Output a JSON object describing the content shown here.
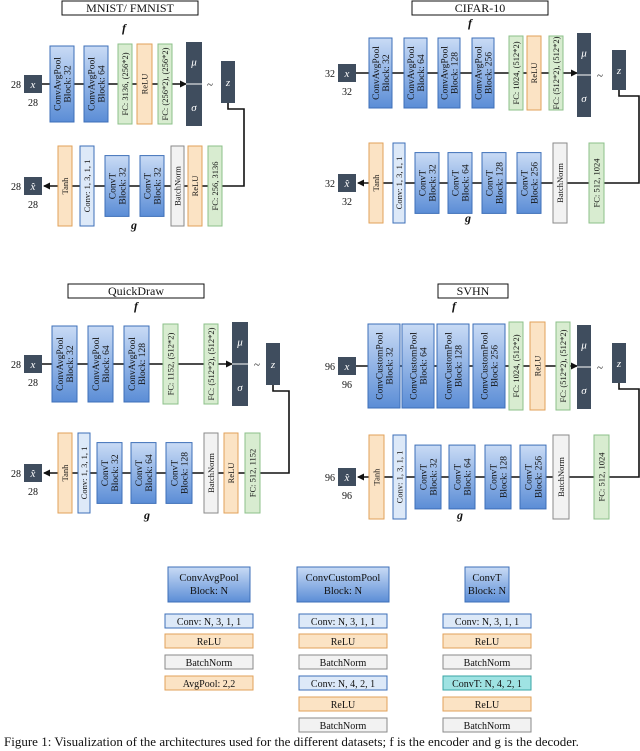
{
  "colors": {
    "blue_top": "#c9dbf5",
    "blue_bottom": "#5b8dd6",
    "blue_stroke": "#3d6fb8",
    "light_blue": "#dde9f8",
    "orange": "#fbe3c4",
    "orange_stroke": "#e2a25a",
    "green": "#d8ecd0",
    "green_stroke": "#8cc08a",
    "gray": "#f2f2f2",
    "gray_stroke": "#8a8a8a",
    "teal": "#9fe3e3",
    "teal_stroke": "#3aa6a6",
    "dark": "#3f4d5e",
    "tanh": "#fbe3c4"
  },
  "panels": [
    {
      "title": "MNIST/ FMNIST",
      "f": "f",
      "g": "g",
      "in": {
        "var": "x",
        "w": "28",
        "h": "28"
      },
      "out": {
        "var": "x̂",
        "w": "28",
        "h": "28"
      },
      "enc": [
        {
          "t": "blue",
          "l": "ConvAvgPool Block: 32"
        },
        {
          "t": "blue",
          "l": "ConvAvgPool Block: 64"
        },
        {
          "t": "green",
          "l": "FC: 3136, (256*2)"
        },
        {
          "t": "orange",
          "l": "ReLU"
        },
        {
          "t": "green",
          "l": "FC: (256*2), (256*2)"
        }
      ],
      "mu": "μ",
      "sigma": "σ",
      "tilde": "~",
      "z": "z",
      "dec": [
        {
          "t": "orange",
          "l": "Tanh"
        },
        {
          "t": "light",
          "l": "Conv: 1, 3, 1, 1"
        },
        {
          "t": "blue",
          "l": "ConvT Block: 32"
        },
        {
          "t": "blue",
          "l": "ConvT Block: 32"
        },
        {
          "t": "gray",
          "l": "BatchNorm"
        },
        {
          "t": "orange",
          "l": "ReLU"
        },
        {
          "t": "green",
          "l": "FC: 256, 3136"
        }
      ]
    },
    {
      "title": "CIFAR-10",
      "f": "f",
      "g": "g",
      "in": {
        "var": "x",
        "w": "32",
        "h": "32"
      },
      "out": {
        "var": "x̂",
        "w": "32",
        "h": "32"
      },
      "enc": [
        {
          "t": "blue",
          "l": "ConvAvgPool Block: 32"
        },
        {
          "t": "blue",
          "l": "ConvAvgPool Block: 64"
        },
        {
          "t": "blue",
          "l": "ConvAvgPool Block: 128"
        },
        {
          "t": "blue",
          "l": "ConvAvgPool Block: 256"
        },
        {
          "t": "green",
          "l": "FC: 1024, (512*2)"
        },
        {
          "t": "orange",
          "l": "ReLU"
        },
        {
          "t": "green",
          "l": "FC: (512*2), (512*2)"
        }
      ],
      "mu": "μ",
      "sigma": "σ",
      "tilde": "~",
      "z": "z",
      "dec": [
        {
          "t": "orange",
          "l": "Tanh"
        },
        {
          "t": "light",
          "l": "Conv: 1, 3, 1, 1"
        },
        {
          "t": "blue",
          "l": "ConvT Block: 32"
        },
        {
          "t": "blue",
          "l": "ConvT Block: 64"
        },
        {
          "t": "blue",
          "l": "ConvT Block: 128"
        },
        {
          "t": "blue",
          "l": "ConvT Block: 256"
        },
        {
          "t": "gray",
          "l": "BatchNorm"
        },
        {
          "t": "green",
          "l": "FC: 512, 1024"
        }
      ]
    },
    {
      "title": "QuickDraw",
      "f": "f",
      "g": "g",
      "in": {
        "var": "x",
        "w": "28",
        "h": "28"
      },
      "out": {
        "var": "x̂",
        "w": "28",
        "h": "28"
      },
      "enc": [
        {
          "t": "blue",
          "l": "ConvAvgPool Block: 32"
        },
        {
          "t": "blue",
          "l": "ConvAvgPool Block: 64"
        },
        {
          "t": "blue",
          "l": "ConvAvgPool Block: 128"
        },
        {
          "t": "green",
          "l": "FC: 1152, (512*2)"
        },
        {
          "t": "green",
          "l": "FC: (512*2), (512*2)"
        }
      ],
      "mu": "μ",
      "sigma": "σ",
      "tilde": "~",
      "z": "z",
      "dec": [
        {
          "t": "orange",
          "l": "Tanh"
        },
        {
          "t": "light",
          "l": "Conv: 1, 3, 1, 1"
        },
        {
          "t": "blue",
          "l": "ConvT Block: 32"
        },
        {
          "t": "blue",
          "l": "ConvT Block: 64"
        },
        {
          "t": "blue",
          "l": "ConvT Block: 128"
        },
        {
          "t": "gray",
          "l": "BatchNorm"
        },
        {
          "t": "orange",
          "l": "ReLU"
        },
        {
          "t": "green",
          "l": "FC: 512, 1152"
        }
      ]
    },
    {
      "title": "SVHN",
      "f": "f",
      "g": "g",
      "in": {
        "var": "x",
        "w": "96",
        "h": "96"
      },
      "out": {
        "var": "x̂",
        "w": "96",
        "h": "96"
      },
      "enc": [
        {
          "t": "blue",
          "l": "ConvCustomPool Block: 32"
        },
        {
          "t": "blue",
          "l": "ConvCustomPool Block: 64"
        },
        {
          "t": "blue",
          "l": "ConvCustomPool Block: 128"
        },
        {
          "t": "blue",
          "l": "ConvCustomPool Block: 256"
        },
        {
          "t": "green",
          "l": "FC: 1024, (512*2)"
        },
        {
          "t": "orange",
          "l": "ReLU"
        },
        {
          "t": "green",
          "l": "FC: (512*2), (512*2)"
        }
      ],
      "mu": "μ",
      "sigma": "σ",
      "tilde": "~",
      "z": "z",
      "dec": [
        {
          "t": "orange",
          "l": "Tanh"
        },
        {
          "t": "light",
          "l": "Conv: 1, 3, 1, 1"
        },
        {
          "t": "blue",
          "l": "ConvT Block: 32"
        },
        {
          "t": "blue",
          "l": "ConvT Block: 64"
        },
        {
          "t": "blue",
          "l": "ConvT Block: 128"
        },
        {
          "t": "blue",
          "l": "ConvT Block: 256"
        },
        {
          "t": "gray",
          "l": "BatchNorm"
        },
        {
          "t": "green",
          "l": "FC: 512, 1024"
        }
      ]
    }
  ],
  "legend": [
    {
      "header": "ConvAvgPool Block: N",
      "items": [
        {
          "t": "light",
          "l": "Conv: N, 3, 1, 1"
        },
        {
          "t": "orange",
          "l": "ReLU"
        },
        {
          "t": "gray",
          "l": "BatchNorm"
        },
        {
          "t": "orange",
          "l": "AvgPool: 2,2"
        }
      ]
    },
    {
      "header": "ConvCustomPool Block: N",
      "items": [
        {
          "t": "light",
          "l": "Conv: N, 3, 1, 1"
        },
        {
          "t": "orange",
          "l": "ReLU"
        },
        {
          "t": "gray",
          "l": "BatchNorm"
        },
        {
          "t": "light",
          "l": "Conv: N, 4, 2, 1"
        },
        {
          "t": "orange",
          "l": "ReLU"
        },
        {
          "t": "gray",
          "l": "BatchNorm"
        }
      ]
    },
    {
      "header": "ConvT Block: N",
      "items": [
        {
          "t": "light",
          "l": "Conv: N, 3, 1, 1"
        },
        {
          "t": "orange",
          "l": "ReLU"
        },
        {
          "t": "gray",
          "l": "BatchNorm"
        },
        {
          "t": "teal",
          "l": "ConvT: N, 4, 2, 1"
        },
        {
          "t": "orange",
          "l": "ReLU"
        },
        {
          "t": "gray",
          "l": "BatchNorm"
        }
      ]
    }
  ],
  "caption": "Figure 1: Visualization of the architectures used for the different datasets; f is the encoder and g is the decoder."
}
